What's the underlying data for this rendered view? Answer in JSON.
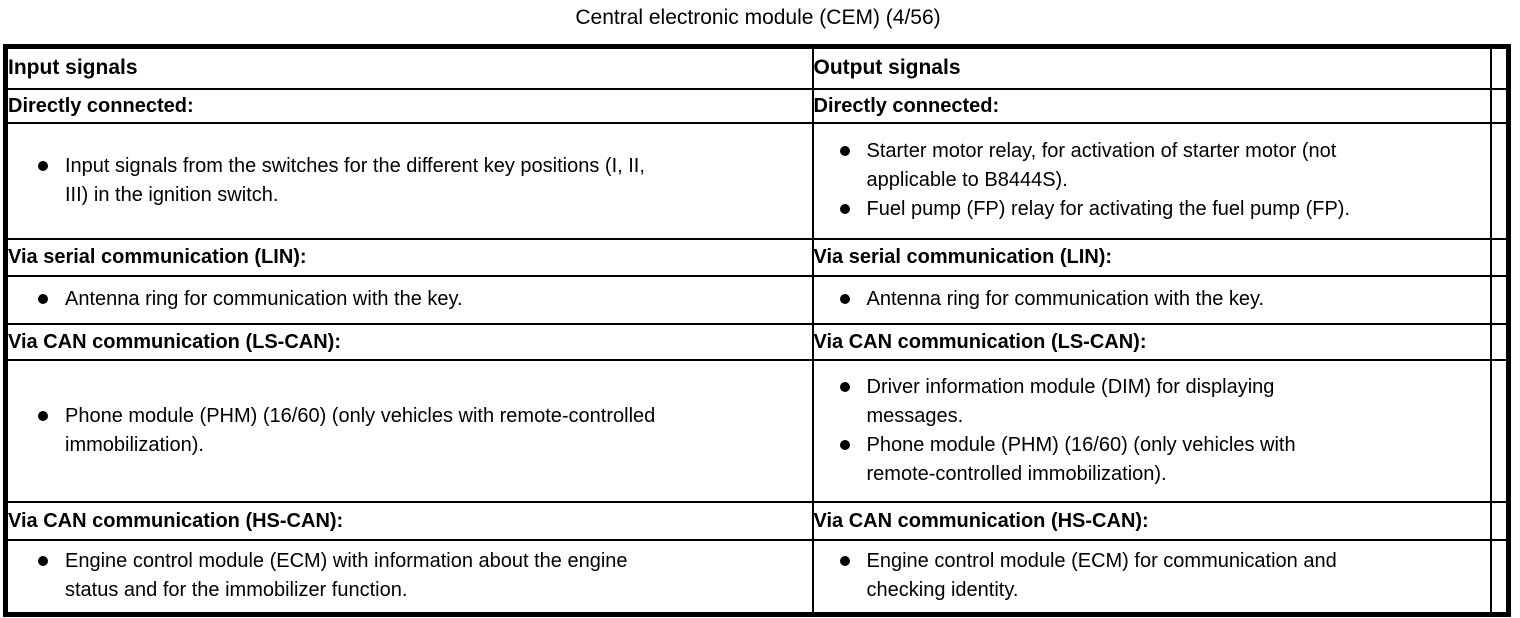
{
  "title": "Central electronic module (CEM) (4/56)",
  "colors": {
    "text": "#000000",
    "background": "#ffffff",
    "border": "#000000"
  },
  "table": {
    "columns": [
      {
        "header": "Input signals",
        "sections": [
          {
            "heading": "Directly connected:",
            "bullets": [
              "Input signals from the switches for the different key positions (I, II,\nIII) in the ignition switch."
            ]
          },
          {
            "heading": "Via serial communication (LIN):",
            "bullets": [
              "Antenna ring for communication with the key."
            ]
          },
          {
            "heading": "Via CAN communication (LS-CAN):",
            "bullets": [
              "Phone module (PHM) (16/60) (only vehicles with remote-controlled\nimmobilization)."
            ]
          },
          {
            "heading": "Via CAN communication (HS-CAN):",
            "bullets": [
              "Engine control module (ECM) with information about the engine\nstatus and for the immobilizer function."
            ]
          }
        ]
      },
      {
        "header": "Output signals",
        "sections": [
          {
            "heading": "Directly connected:",
            "bullets": [
              "Starter motor relay, for activation of starter motor (not\napplicable to B8444S).",
              "Fuel pump (FP) relay for activating the fuel pump (FP)."
            ]
          },
          {
            "heading": "Via serial communication (LIN):",
            "bullets": [
              "Antenna ring for communication with the key."
            ]
          },
          {
            "heading": "Via CAN communication (LS-CAN):",
            "bullets": [
              "Driver information module (DIM) for displaying\nmessages.",
              "Phone module (PHM) (16/60) (only vehicles with\nremote-controlled immobilization)."
            ]
          },
          {
            "heading": "Via CAN communication (HS-CAN):",
            "bullets": [
              "Engine control module (ECM) for communication and\nchecking identity."
            ]
          }
        ]
      }
    ]
  }
}
